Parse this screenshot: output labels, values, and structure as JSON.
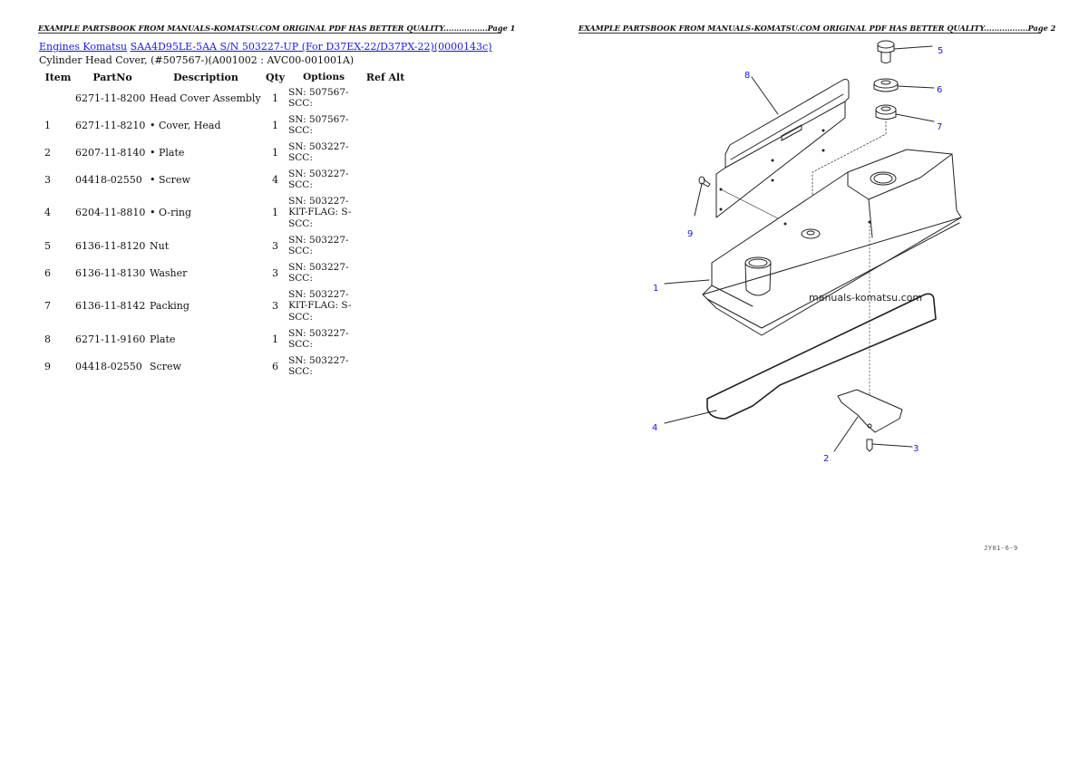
{
  "pages": [
    {
      "banner": "EXAMPLE PARTSBOOK FROM MANUALS-KOMATSU.COM ORIGINAL PDF HAS BETTER QUALITY.................Page 1"
    },
    {
      "banner": "EXAMPLE PARTSBOOK FROM MANUALS-KOMATSU.COM ORIGINAL PDF HAS BETTER QUALITY.................Page 2"
    }
  ],
  "breadcrumb": {
    "links": [
      {
        "label": "Engines Komatsu"
      },
      {
        "label": "SAA4D95LE-5AA S/N 503227-UP (For D37EX-22/D37PX-22)(0000143c)"
      }
    ]
  },
  "subtitle": "Cylinder Head Cover, (#507567-)(A001002 : AVC00-001001A)",
  "table": {
    "headers": [
      "Item",
      "PartNo",
      "Description",
      "Qty",
      "Options",
      "Ref Alt"
    ],
    "rows": [
      {
        "item": "",
        "part_no": "6271-11-8200",
        "description": "Head Cover Assembly",
        "qty": "1",
        "options": "SN: 507567-SCC:",
        "ref_alt": ""
      },
      {
        "item": "1",
        "part_no": "6271-11-8210",
        "description": "• Cover, Head",
        "qty": "1",
        "options": "SN: 507567-SCC:",
        "ref_alt": ""
      },
      {
        "item": "2",
        "part_no": "6207-11-8140",
        "description": "• Plate",
        "qty": "1",
        "options": "SN: 503227-SCC:",
        "ref_alt": ""
      },
      {
        "item": "3",
        "part_no": "04418-02550",
        "description": " • Screw",
        "qty": "4",
        "options": "SN: 503227-SCC:",
        "ref_alt": ""
      },
      {
        "item": "4",
        "part_no": "6204-11-8810",
        "description": "• O-ring",
        "qty": "1",
        "options": "SN: 503227-KIT-FLAG: S-SCC:",
        "ref_alt": ""
      },
      {
        "item": "5",
        "part_no": "6136-11-8120",
        "description": "Nut",
        "qty": "3",
        "options": "SN: 503227-SCC:",
        "ref_alt": ""
      },
      {
        "item": "6",
        "part_no": "6136-11-8130",
        "description": "Washer",
        "qty": "3",
        "options": "SN: 503227-SCC:",
        "ref_alt": ""
      },
      {
        "item": "7",
        "part_no": "6136-11-8142",
        "description": "Packing",
        "qty": "3",
        "options": "SN: 503227-KIT-FLAG: S-SCC:",
        "ref_alt": ""
      },
      {
        "item": "8",
        "part_no": "6271-11-9160",
        "description": "Plate",
        "qty": "1",
        "options": "SN: 503227-SCC:",
        "ref_alt": ""
      },
      {
        "item": "9",
        "part_no": "04418-02550",
        "description": " Screw",
        "qty": "6",
        "options": "SN: 503227-SCC:",
        "ref_alt": ""
      }
    ]
  },
  "diagram": {
    "callouts": [
      "1",
      "2",
      "3",
      "4",
      "5",
      "6",
      "7",
      "8",
      "9"
    ],
    "watermark": "manuals-komatsu.com",
    "figure_code": "JY01-6-9"
  },
  "colors": {
    "link": "#1a1ad8",
    "callout": "#1a1ad8",
    "line": "#222222"
  }
}
